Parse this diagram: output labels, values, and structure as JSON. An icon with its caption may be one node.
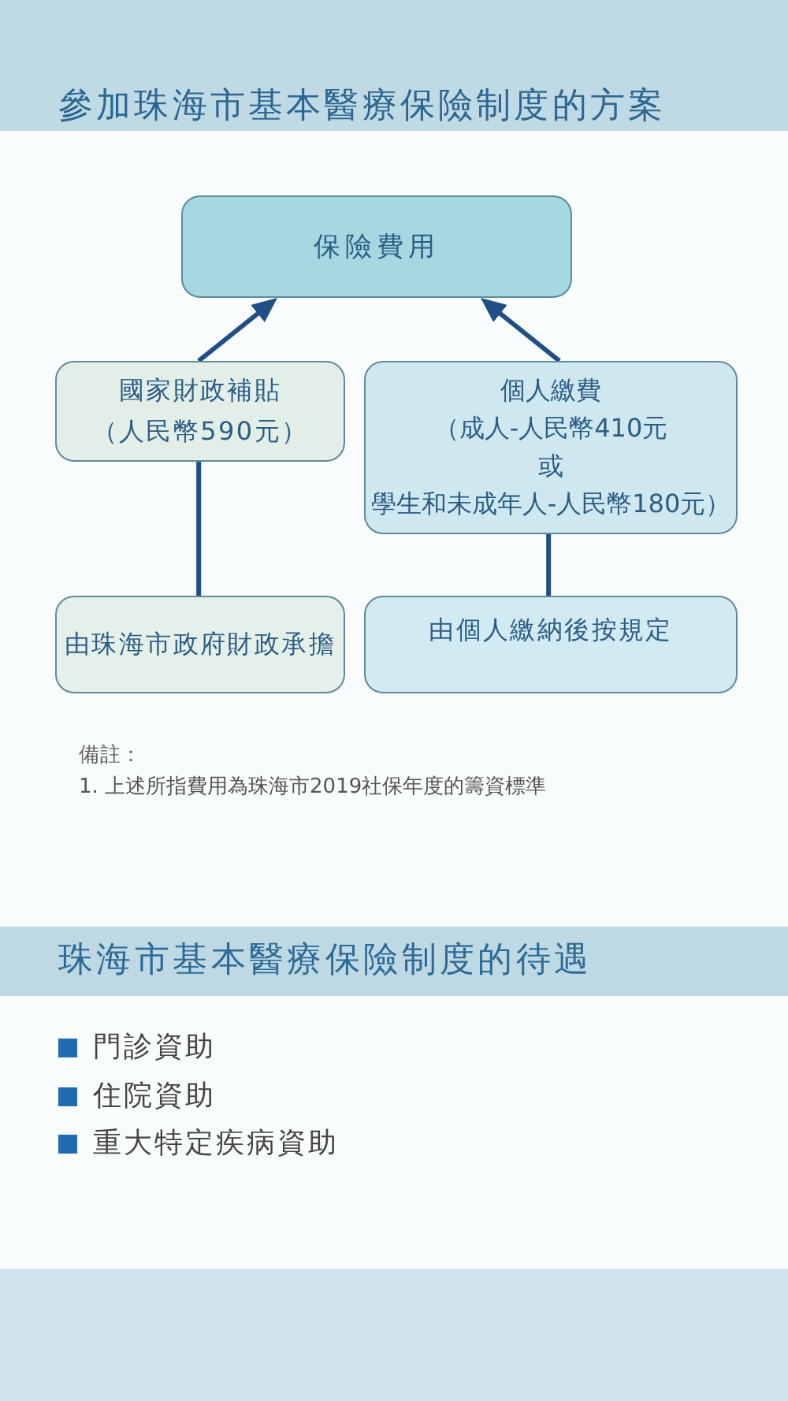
{
  "diagram": {
    "title": "參加珠海市基本醫療保險制度的方案",
    "nodes": [
      {
        "text": [
          "保險費用"
        ]
      },
      {
        "text": [
          "國家財政補貼",
          "（人民幣590元）"
        ]
      },
      {
        "text": [
          "個人繳費",
          "（成人-人民幣410元",
          "或",
          "學生和未成年人-人民幣180元）"
        ]
      },
      {
        "text": [
          "由珠海市政府財政承擔"
        ]
      },
      {
        "text": [
          "由個人繳納後按規定"
        ]
      }
    ],
    "edges": [
      {
        "from": 1,
        "to": 0,
        "arrow": "to"
      },
      {
        "from": 2,
        "to": 0,
        "arrow": "to"
      },
      {
        "from": 1,
        "to": 3,
        "arrow": "none"
      },
      {
        "from": 2,
        "to": 4,
        "arrow": "none"
      }
    ],
    "labels": [
      "備註：",
      "1. 上述所指費用為珠海市2019社保年度的籌資標準",
      "珠海市基本醫療保險制度的待遇",
      "門診資助",
      "住院資助",
      "重大特定疾病資助"
    ]
  }
}
